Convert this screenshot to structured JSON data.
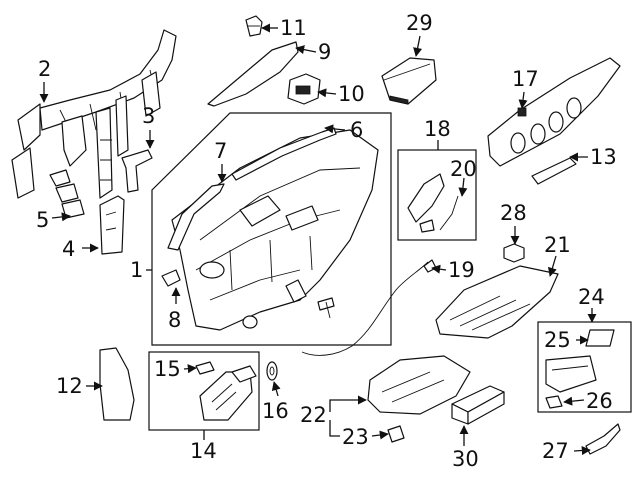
{
  "diagram": {
    "callouts": [
      {
        "id": "1",
        "text": "1"
      },
      {
        "id": "2",
        "text": "2"
      },
      {
        "id": "3",
        "text": "3"
      },
      {
        "id": "4",
        "text": "4"
      },
      {
        "id": "5",
        "text": "5"
      },
      {
        "id": "6",
        "text": "6"
      },
      {
        "id": "7",
        "text": "7"
      },
      {
        "id": "8",
        "text": "8"
      },
      {
        "id": "9",
        "text": "9"
      },
      {
        "id": "10",
        "text": "10"
      },
      {
        "id": "11",
        "text": "11"
      },
      {
        "id": "12",
        "text": "12"
      },
      {
        "id": "13",
        "text": "13"
      },
      {
        "id": "14",
        "text": "14"
      },
      {
        "id": "15",
        "text": "15"
      },
      {
        "id": "16",
        "text": "16"
      },
      {
        "id": "17",
        "text": "17"
      },
      {
        "id": "18",
        "text": "18"
      },
      {
        "id": "19",
        "text": "19"
      },
      {
        "id": "20",
        "text": "20"
      },
      {
        "id": "21",
        "text": "21"
      },
      {
        "id": "22",
        "text": "22"
      },
      {
        "id": "23",
        "text": "23"
      },
      {
        "id": "24",
        "text": "24"
      },
      {
        "id": "25",
        "text": "25"
      },
      {
        "id": "26",
        "text": "26"
      },
      {
        "id": "27",
        "text": "27"
      },
      {
        "id": "28",
        "text": "28"
      },
      {
        "id": "29",
        "text": "29"
      },
      {
        "id": "30",
        "text": "30"
      }
    ]
  }
}
